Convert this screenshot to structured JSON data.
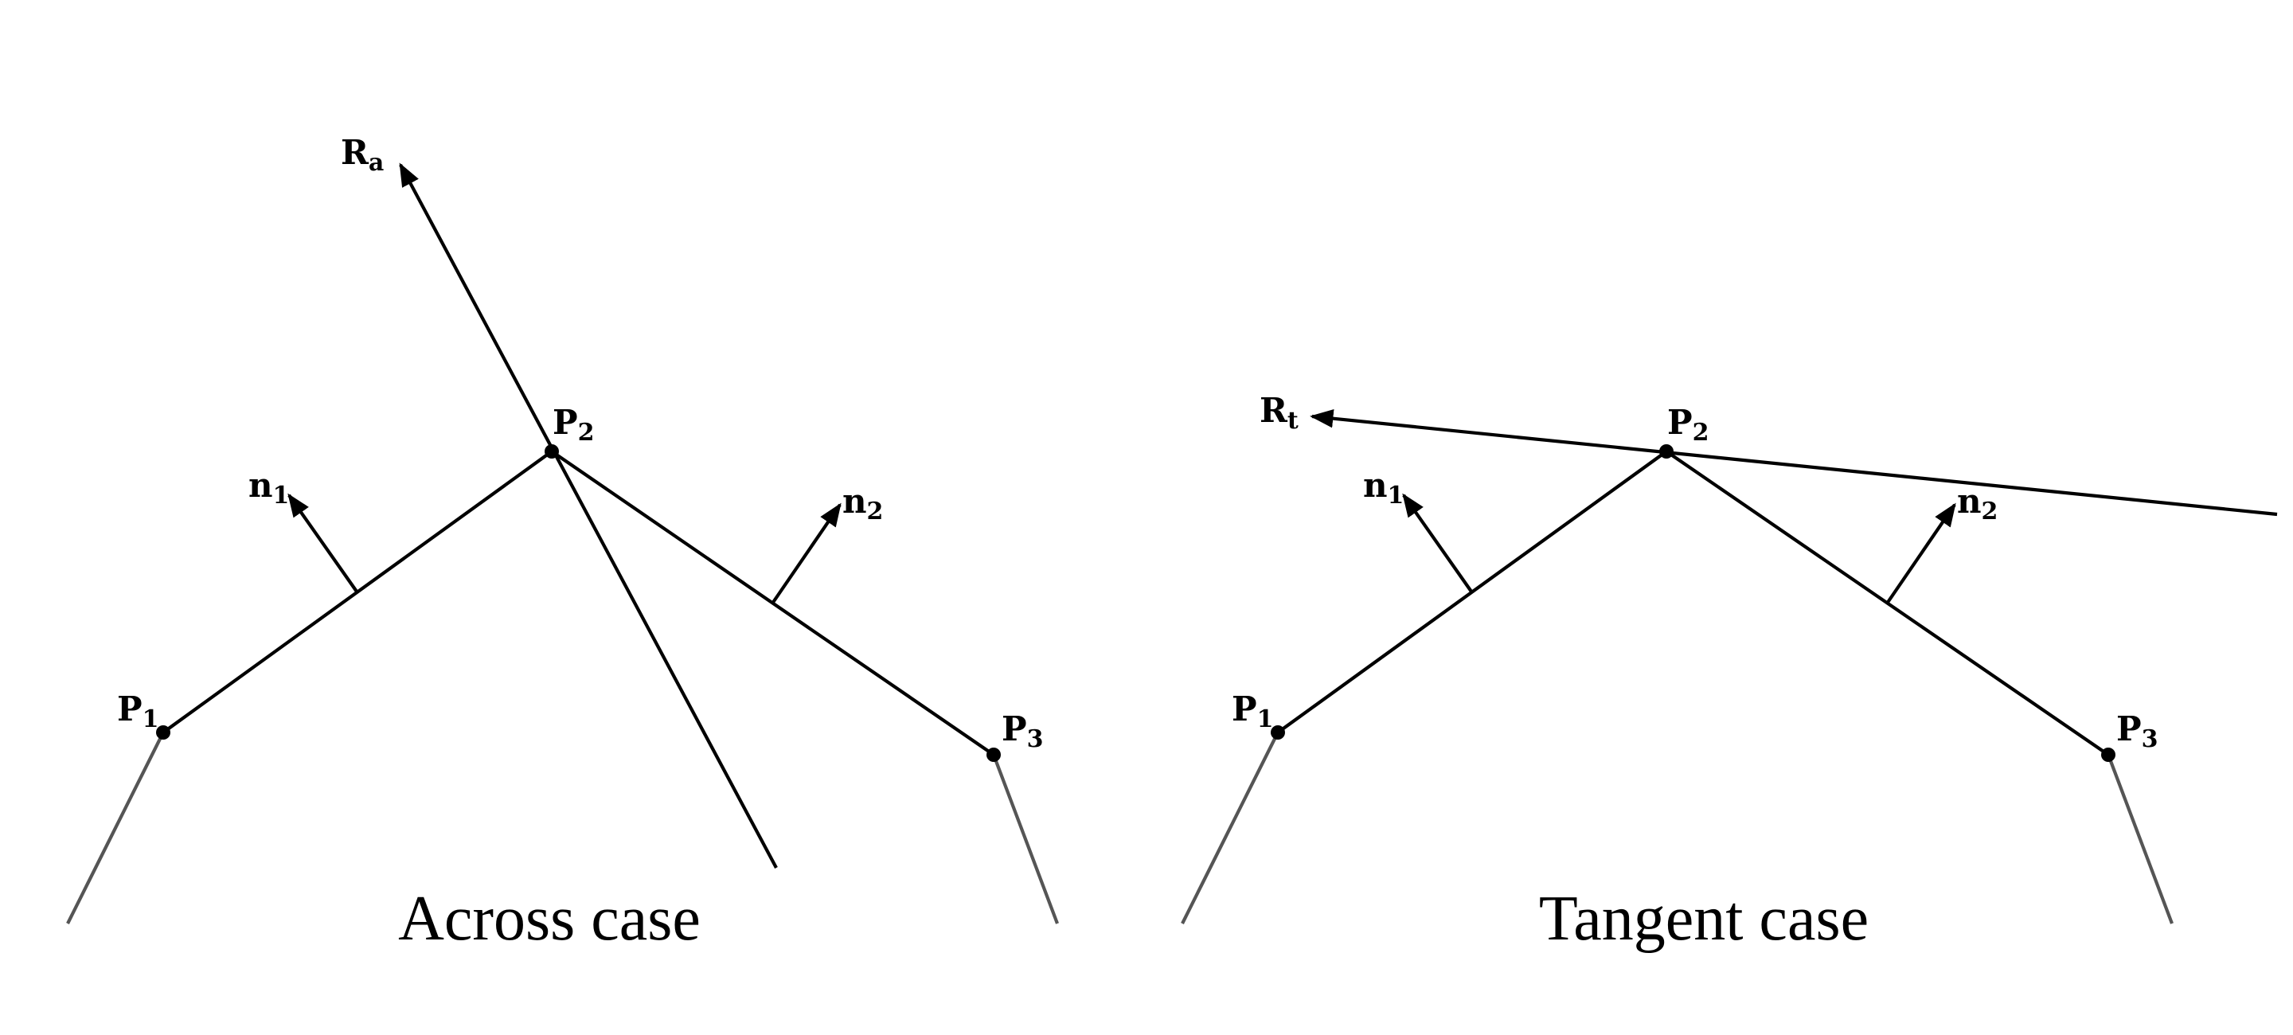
{
  "panels": [
    {
      "id": "across",
      "caption": "Across case",
      "points": [
        {
          "base": "P",
          "sub": "1"
        },
        {
          "base": "P",
          "sub": "2"
        },
        {
          "base": "P",
          "sub": "3"
        }
      ],
      "normals": [
        {
          "base": "n",
          "sub": "1"
        },
        {
          "base": "n",
          "sub": "2"
        }
      ],
      "ray": {
        "base": "R",
        "sub": "a"
      }
    },
    {
      "id": "tangent",
      "caption": "Tangent case",
      "points": [
        {
          "base": "P",
          "sub": "1"
        },
        {
          "base": "P",
          "sub": "2"
        },
        {
          "base": "P",
          "sub": "3"
        }
      ],
      "normals": [
        {
          "base": "n",
          "sub": "1"
        },
        {
          "base": "n",
          "sub": "2"
        }
      ],
      "ray": {
        "base": "R",
        "sub": "t"
      }
    }
  ]
}
